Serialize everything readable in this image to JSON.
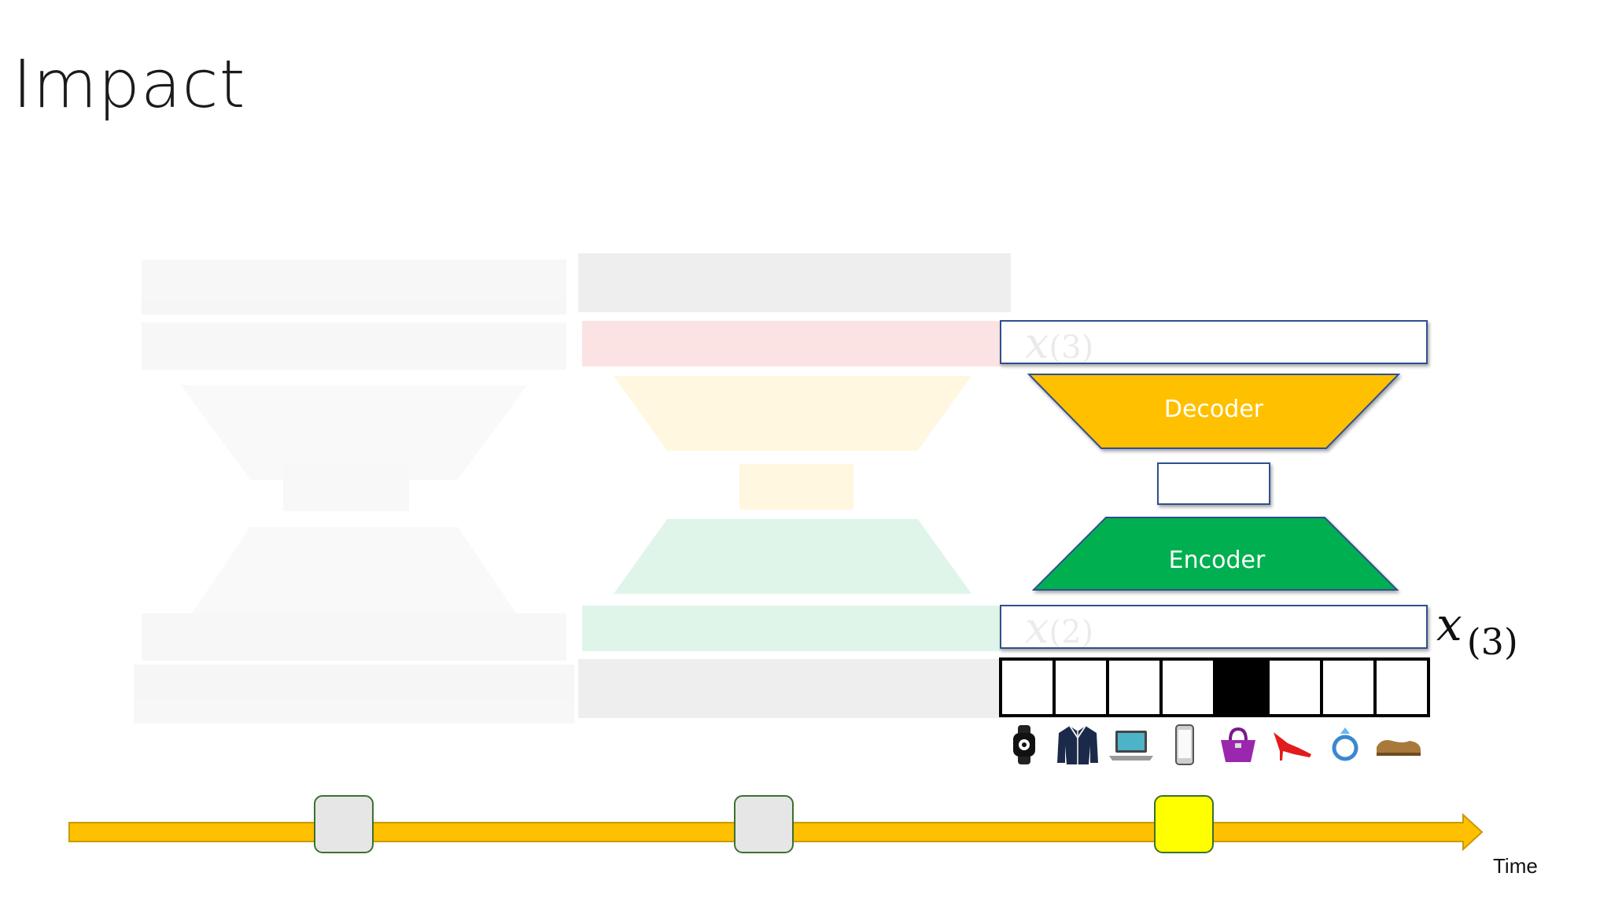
{
  "slide": {
    "title": "Impact"
  },
  "model": {
    "decoder_label": "Decoder",
    "encoder_label": "Encoder",
    "output_var": "x",
    "output_sub": "(3)",
    "input_var": "x",
    "input_sub": "(3)",
    "ghost_var": "x",
    "ghost_sub": "(2)",
    "vector_cells": [
      0,
      0,
      0,
      0,
      1,
      0,
      0,
      0
    ]
  },
  "items": [
    "watch",
    "jacket",
    "laptop",
    "phone",
    "handbag",
    "high-heel",
    "ring",
    "shoe"
  ],
  "timeline": {
    "label": "Time",
    "markers": [
      {
        "name": "step-1",
        "color": "#e6e6e6"
      },
      {
        "name": "step-2",
        "color": "#e6e6e6"
      },
      {
        "name": "step-3",
        "color": "#ffff00"
      }
    ]
  },
  "colors": {
    "decoder": "#ffc000",
    "encoder": "#00b050",
    "timeline": "#ffc000",
    "timeline_border": "#c89a00",
    "marker_border": "#3f6f2f"
  }
}
